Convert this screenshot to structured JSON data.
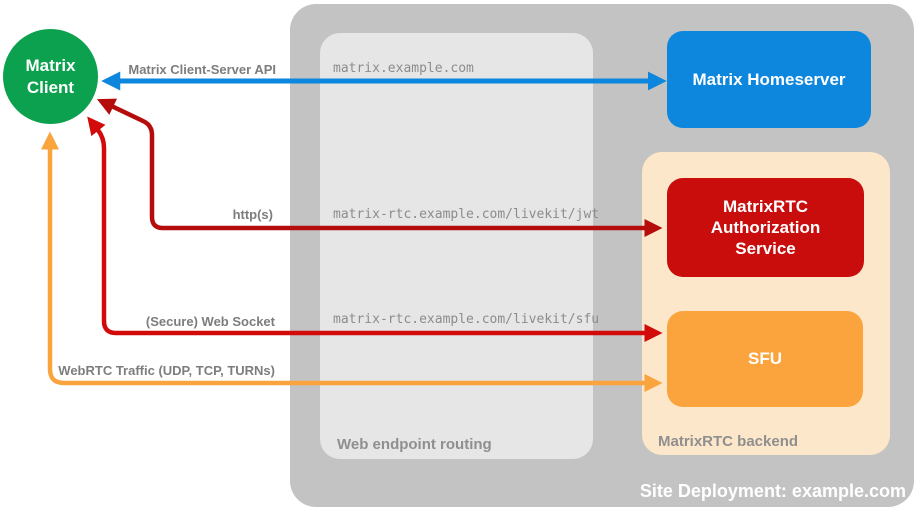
{
  "diagram": {
    "client": {
      "line1": "Matrix",
      "line2": "Client",
      "color": "#0ba14e"
    },
    "homeserver": {
      "label": "Matrix Homeserver",
      "color": "#0d86dd"
    },
    "auth_service": {
      "label": "MatrixRTC Authorization Service",
      "color": "#c90d0d"
    },
    "sfu": {
      "label": "SFU",
      "color": "#fba43e"
    },
    "containers": {
      "site": {
        "label": "Site Deployment: example.com",
        "color": "#c3c3c3"
      },
      "routing": {
        "label": "Web endpoint routing",
        "color": "#e6e6e6"
      },
      "backend": {
        "label": "MatrixRTC backend",
        "color": "#fce7ca"
      }
    },
    "endpoints": {
      "homeserver": "matrix.example.com",
      "jwt": "matrix-rtc.example.com/livekit/jwt",
      "sfu": "matrix-rtc.example.com/livekit/sfu"
    },
    "connections": {
      "api": {
        "label": "Matrix Client-Server API",
        "color": "#0d86dd"
      },
      "http": {
        "label": "http(s)",
        "color": "#b50c0c"
      },
      "websocket": {
        "label": "(Secure) Web Socket",
        "color": "#d20a0a"
      },
      "webrtc": {
        "label": "WebRTC Traffic (UDP, TCP, TURNs)",
        "color": "#f9a43c"
      }
    }
  }
}
